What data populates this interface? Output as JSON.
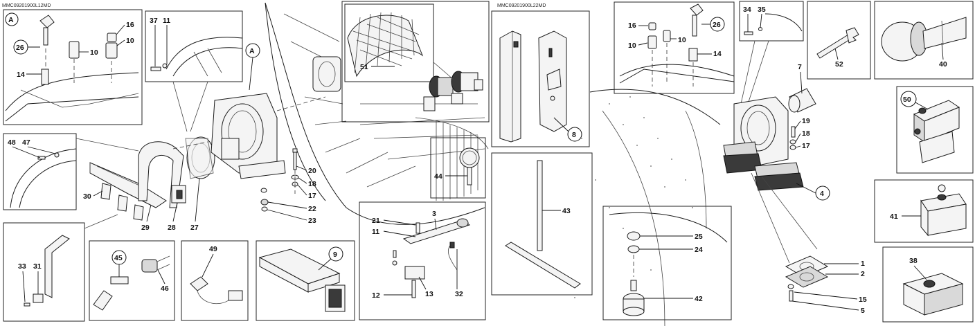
{
  "drawing_codes": [
    "MMC09201900L12MD",
    "MMC09201900L22MD"
  ],
  "view_letters": [
    "A",
    "A"
  ],
  "parts": {
    "p1": "1",
    "p2": "2",
    "p3": "3",
    "p4": "4",
    "p5": "5",
    "p7": "7",
    "p8": "8",
    "p9": "9",
    "p10": "10",
    "p11": "11",
    "p12": "12",
    "p13": "13",
    "p14": "14",
    "p15": "15",
    "p16": "16",
    "p17": "17",
    "p18": "18",
    "p19": "19",
    "p20": "20",
    "p21": "21",
    "p22": "22",
    "p23": "23",
    "p24": "24",
    "p25": "25",
    "p26": "26",
    "p27": "27",
    "p28": "28",
    "p29": "29",
    "p30": "30",
    "p31": "31",
    "p32": "32",
    "p33": "33",
    "p34": "34",
    "p35": "35",
    "p37": "37",
    "p38": "38",
    "p40": "40",
    "p41": "41",
    "p42": "42",
    "p43": "43",
    "p44": "44",
    "p45": "45",
    "p46": "46",
    "p47": "47",
    "p48": "48",
    "p49": "49",
    "p50": "50",
    "p51": "51",
    "p52": "52"
  }
}
